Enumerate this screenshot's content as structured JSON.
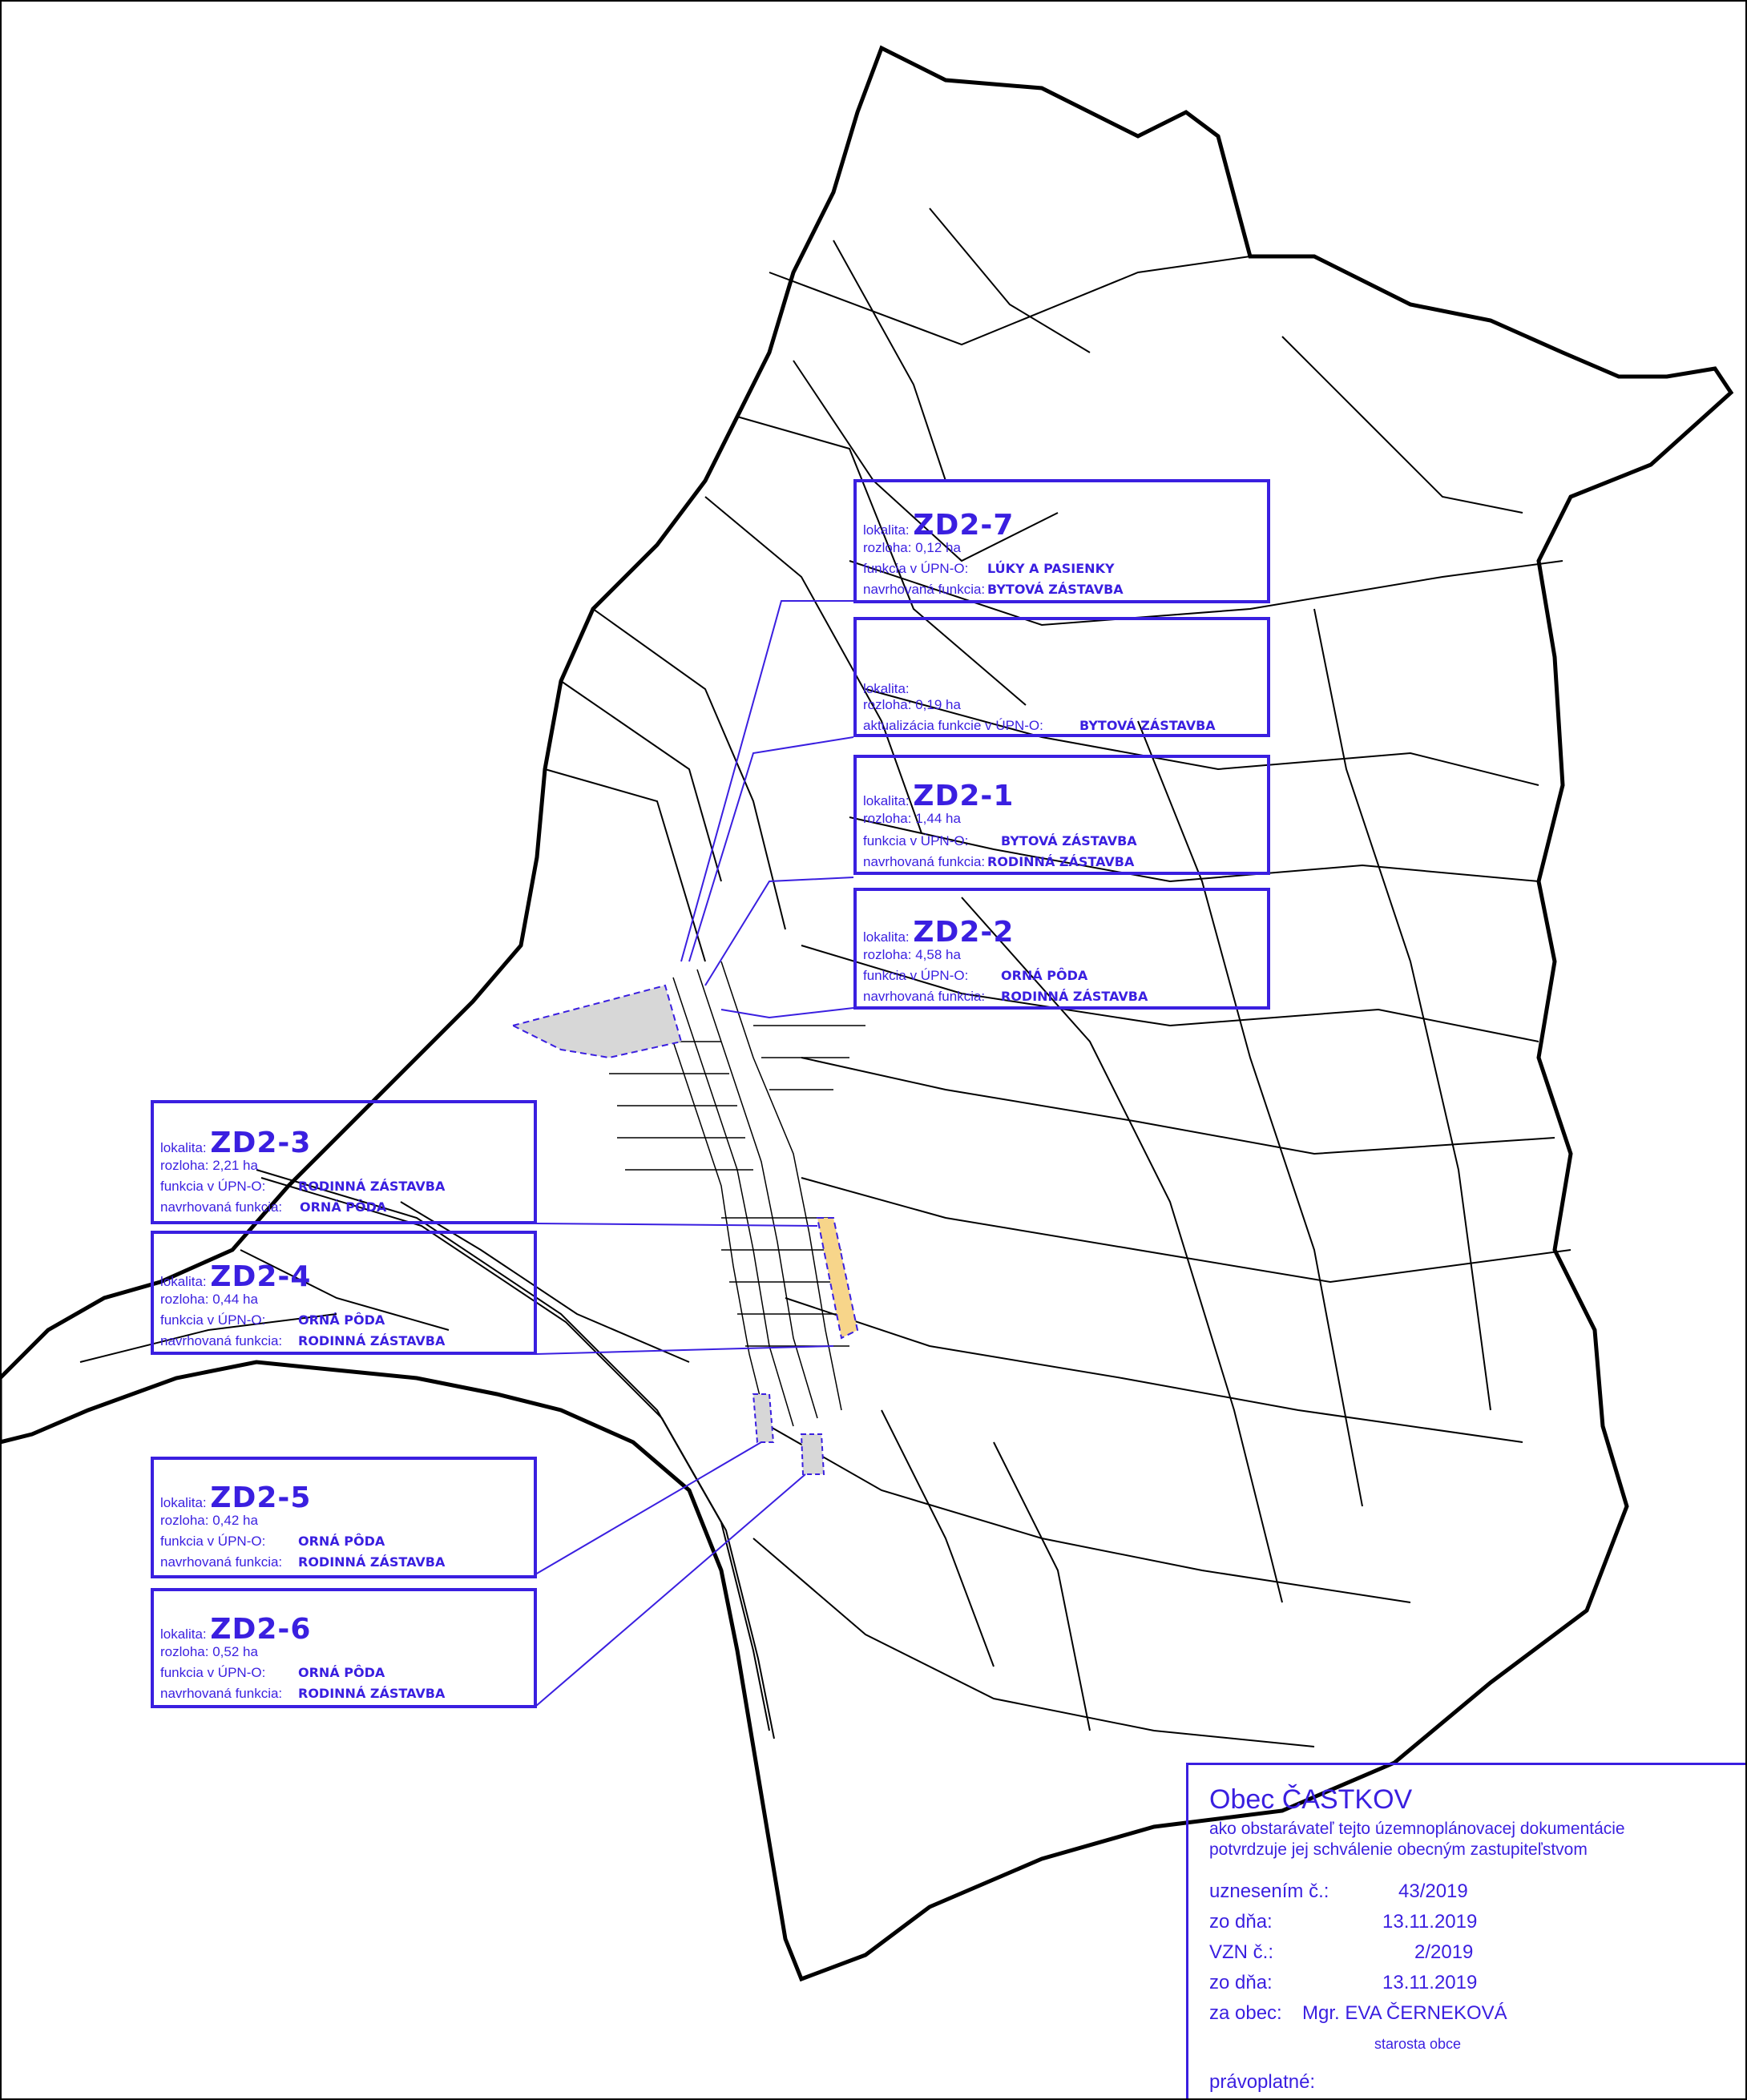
{
  "colors": {
    "accent": "#3a1fe0",
    "highlight": "#f7d58a",
    "shade": "#d7d7d7"
  },
  "localities": [
    {
      "code": "ZD2-7",
      "lines": [
        {
          "label": "lokalita:",
          "value": ""
        },
        {
          "label": "rozloha: 0,12 ha",
          "value": ""
        },
        {
          "label": "funkcia v ÚPN-O:",
          "value": "LÚKY A PASIENKY"
        },
        {
          "label": "navrhovaná funkcia:",
          "value": "BYTOVÁ ZÁSTAVBA"
        }
      ]
    },
    {
      "code": "",
      "lines": [
        {
          "label": "lokalita:",
          "value": ""
        },
        {
          "label": "rozloha: 0,19 ha",
          "value": ""
        },
        {
          "label": "aktualizácia funkcie v ÚPN-O:",
          "value": "BYTOVÁ ZÁSTAVBA"
        }
      ]
    },
    {
      "code": "ZD2-1",
      "lines": [
        {
          "label": "lokalita:",
          "value": ""
        },
        {
          "label": "rozloha: 1,44 ha",
          "value": ""
        },
        {
          "label": "funkcia v ÚPN-O:",
          "value": "BYTOVÁ ZÁSTAVBA"
        },
        {
          "label": "navrhovaná funkcia:",
          "value": "RODINNÁ ZÁSTAVBA"
        }
      ]
    },
    {
      "code": "ZD2-2",
      "lines": [
        {
          "label": "lokalita:",
          "value": ""
        },
        {
          "label": "rozloha: 4,58 ha",
          "value": ""
        },
        {
          "label": "funkcia v ÚPN-O:",
          "value": "ORNÁ PÔDA"
        },
        {
          "label": "navrhovaná funkcia:",
          "value": "RODINNÁ ZÁSTAVBA"
        }
      ]
    },
    {
      "code": "ZD2-3",
      "lines": [
        {
          "label": "lokalita:",
          "value": ""
        },
        {
          "label": "rozloha: 2,21 ha",
          "value": ""
        },
        {
          "label": "funkcia v ÚPN-O:",
          "value": "RODINNÁ ZÁSTAVBA"
        },
        {
          "label": "navrhovaná funkcia:",
          "value": "ORNÁ PÔDA"
        }
      ]
    },
    {
      "code": "ZD2-4",
      "lines": [
        {
          "label": "lokalita:",
          "value": ""
        },
        {
          "label": "rozloha: 0,44 ha",
          "value": ""
        },
        {
          "label": "funkcia v ÚPN-O:",
          "value": "ORNÁ PÔDA"
        },
        {
          "label": "navrhovaná funkcia:",
          "value": "RODINNÁ ZÁSTAVBA"
        }
      ]
    },
    {
      "code": "ZD2-5",
      "lines": [
        {
          "label": "lokalita:",
          "value": ""
        },
        {
          "label": "rozloha: 0,42 ha",
          "value": ""
        },
        {
          "label": "funkcia v ÚPN-O:",
          "value": "ORNÁ PÔDA"
        },
        {
          "label": "navrhovaná funkcia:",
          "value": "RODINNÁ ZÁSTAVBA"
        }
      ]
    },
    {
      "code": "ZD2-6",
      "lines": [
        {
          "label": "lokalita:",
          "value": ""
        },
        {
          "label": "rozloha: 0,52 ha",
          "value": ""
        },
        {
          "label": "funkcia v ÚPN-O:",
          "value": "ORNÁ PÔDA"
        },
        {
          "label": "navrhovaná funkcia:",
          "value": "RODINNÁ ZÁSTAVBA"
        }
      ]
    }
  ],
  "approval": {
    "title": "Obec ČASTKOV",
    "line1": "ako obstarávateľ tejto územnoplánovacej dokumentácie",
    "line2": "potvrdzuje jej schválenie obecným zastupiteľstvom",
    "rows": [
      {
        "label": "uznesením č.:",
        "value": "43/2019"
      },
      {
        "label": "zo dňa:",
        "value": "13.11.2019"
      },
      {
        "label": "VZN č.:",
        "value": "2/2019"
      },
      {
        "label": "zo dňa:",
        "value": "13.11.2019"
      }
    ],
    "signer_label": "za obec:",
    "signer_name": "Mgr. EVA ČERNEKOVÁ",
    "signer_role": "starosta obce",
    "validity_label": "právoplatné:"
  }
}
